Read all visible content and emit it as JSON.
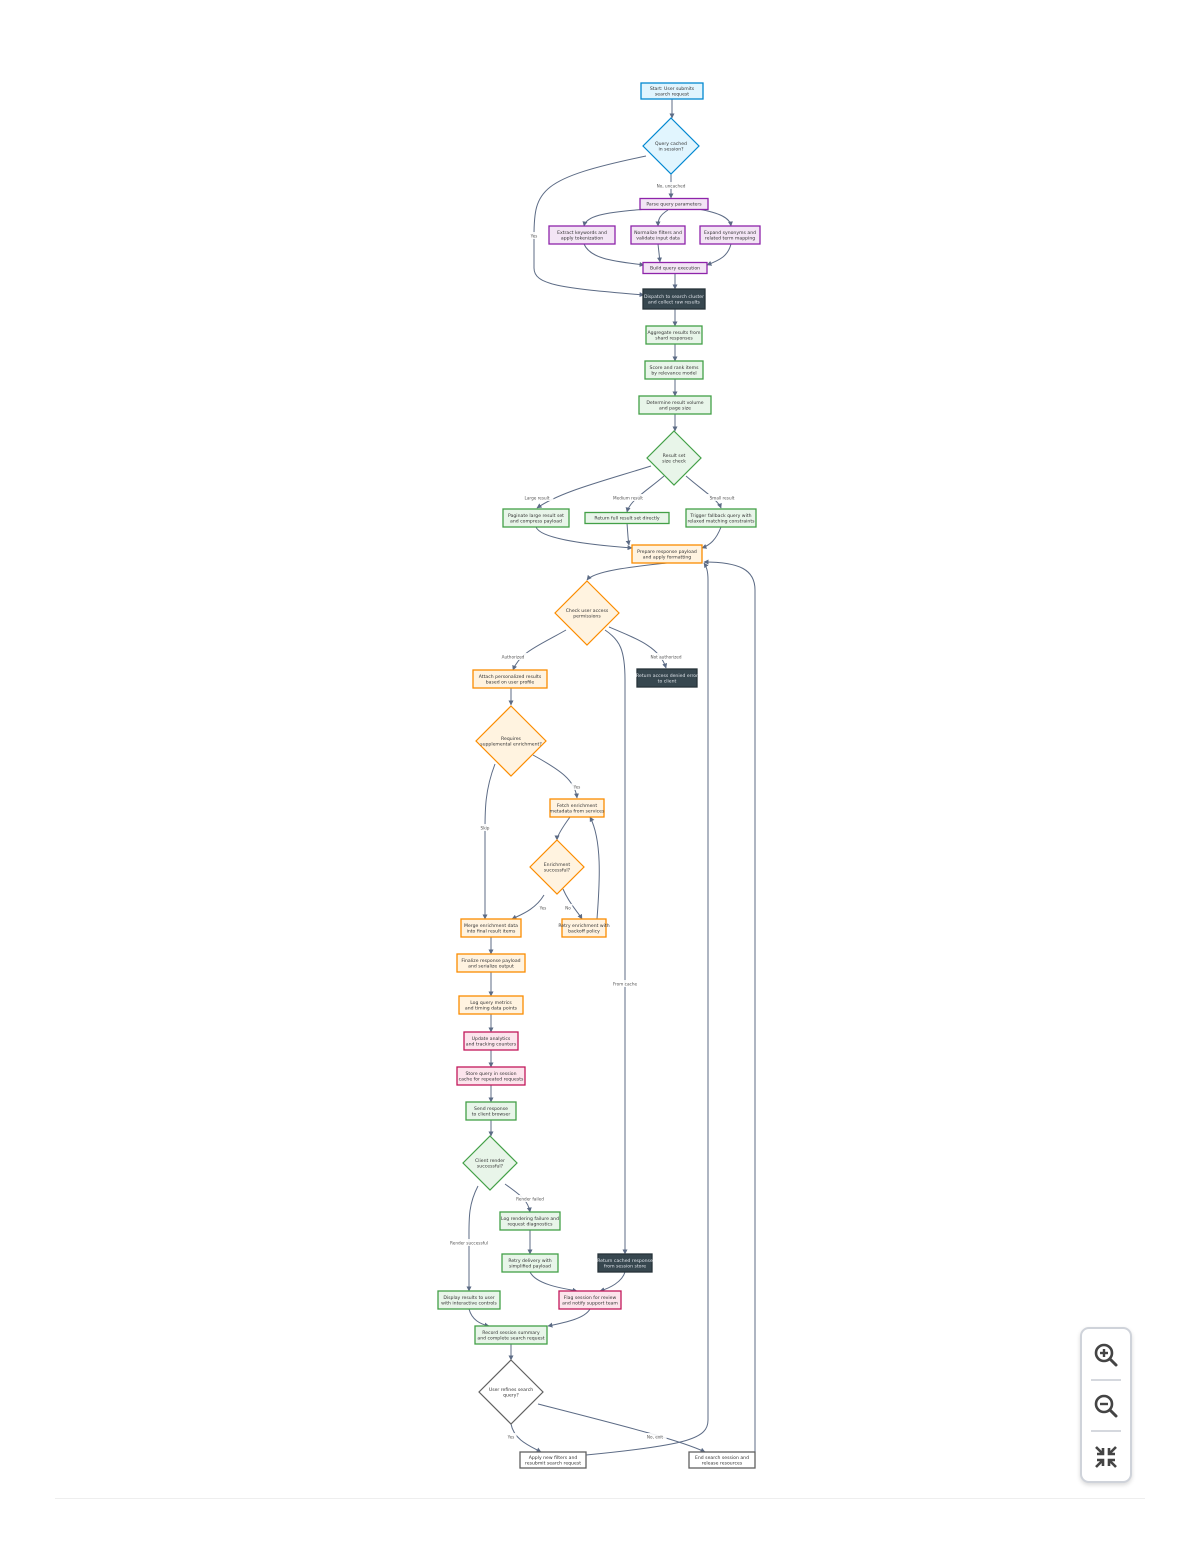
{
  "diagram": {
    "nodes": [
      {
        "id": "n1",
        "shape": "rect",
        "style": "blue",
        "lines": [
          "Start: User submits",
          "search request"
        ]
      },
      {
        "id": "n2",
        "shape": "diamond",
        "style": "blue",
        "lines": [
          "Query cached",
          "in session?"
        ]
      },
      {
        "id": "n3",
        "shape": "rect",
        "style": "purple",
        "lines": [
          "Parse query parameters"
        ]
      },
      {
        "id": "n4",
        "shape": "rect",
        "style": "purple",
        "lines": [
          "Extract keywords and",
          "apply tokenization"
        ]
      },
      {
        "id": "n5",
        "shape": "rect",
        "style": "purple",
        "lines": [
          "Normalize filters and",
          "validate input data"
        ]
      },
      {
        "id": "n6",
        "shape": "rect",
        "style": "purple",
        "lines": [
          "Expand synonyms and",
          "related term mapping"
        ]
      },
      {
        "id": "n7",
        "shape": "rect",
        "style": "purple",
        "lines": [
          "Build query execution"
        ]
      },
      {
        "id": "n8",
        "shape": "rect",
        "style": "dark",
        "lines": [
          "Dispatch to search cluster",
          "and collect raw results"
        ]
      },
      {
        "id": "n9",
        "shape": "rect",
        "style": "green",
        "lines": [
          "Aggregate results from",
          "shard responses"
        ]
      },
      {
        "id": "n10",
        "shape": "rect",
        "style": "green",
        "lines": [
          "Score and rank items",
          "by relevance model"
        ]
      },
      {
        "id": "n11",
        "shape": "rect",
        "style": "green",
        "lines": [
          "Determine result volume",
          "and page size"
        ]
      },
      {
        "id": "n12",
        "shape": "diamond",
        "style": "green",
        "lines": [
          "Result set",
          "size check"
        ]
      },
      {
        "id": "n13",
        "shape": "rect",
        "style": "green",
        "lines": [
          "Paginate large result set",
          "and compress payload"
        ]
      },
      {
        "id": "n14",
        "shape": "rect",
        "style": "green",
        "lines": [
          "Return full result set directly"
        ]
      },
      {
        "id": "n15",
        "shape": "rect",
        "style": "green",
        "lines": [
          "Trigger fallback query with",
          "relaxed matching constraints"
        ]
      },
      {
        "id": "n16",
        "shape": "rect",
        "style": "orange",
        "lines": [
          "Prepare response payload",
          "and apply formatting"
        ]
      },
      {
        "id": "n17",
        "shape": "diamond",
        "style": "orange",
        "lines": [
          "Check user access",
          "permissions"
        ]
      },
      {
        "id": "n18",
        "shape": "rect",
        "style": "orange",
        "lines": [
          "Attach personalized results",
          "based on user profile"
        ]
      },
      {
        "id": "n19",
        "shape": "rect",
        "style": "dark",
        "lines": [
          "Return access denied error",
          "to client"
        ]
      },
      {
        "id": "n20",
        "shape": "diamond",
        "style": "orange",
        "lines": [
          "Requires",
          "supplemental enrichment?"
        ]
      },
      {
        "id": "n21",
        "shape": "rect",
        "style": "orange",
        "lines": [
          "Fetch enrichment",
          "metadata from services"
        ]
      },
      {
        "id": "n22",
        "shape": "diamond",
        "style": "orange",
        "lines": [
          "Enrichment",
          "successful?"
        ]
      },
      {
        "id": "n23",
        "shape": "rect",
        "style": "orange",
        "lines": [
          "Merge enrichment data",
          "into final result items"
        ]
      },
      {
        "id": "n24",
        "shape": "rect",
        "style": "orange",
        "lines": [
          "Retry enrichment with",
          "backoff policy"
        ]
      },
      {
        "id": "n25",
        "shape": "rect",
        "style": "orange",
        "lines": [
          "Finalize response payload",
          "and serialize output"
        ]
      },
      {
        "id": "n26",
        "shape": "rect",
        "style": "orange",
        "lines": [
          "Log query metrics",
          "and timing data points"
        ]
      },
      {
        "id": "n27",
        "shape": "rect",
        "style": "pink",
        "lines": [
          "Update analytics",
          "and tracking counters"
        ]
      },
      {
        "id": "n28",
        "shape": "rect",
        "style": "pink",
        "lines": [
          "Store query in session",
          "cache for repeated requests"
        ]
      },
      {
        "id": "n29",
        "shape": "rect",
        "style": "green",
        "lines": [
          "Send response",
          "to client browser"
        ]
      },
      {
        "id": "n30",
        "shape": "diamond",
        "style": "green",
        "lines": [
          "Client render",
          "successful?"
        ]
      },
      {
        "id": "n31",
        "shape": "rect",
        "style": "green",
        "lines": [
          "Log rendering failure and",
          "request diagnostics"
        ]
      },
      {
        "id": "n32",
        "shape": "rect",
        "style": "green",
        "lines": [
          "Retry delivery with",
          "simplified payload"
        ]
      },
      {
        "id": "n33",
        "shape": "rect",
        "style": "dark",
        "lines": [
          "Return cached response",
          "from session store"
        ]
      },
      {
        "id": "n34",
        "shape": "rect",
        "style": "green",
        "lines": [
          "Display results to user",
          "with interactive controls"
        ]
      },
      {
        "id": "n35",
        "shape": "rect",
        "style": "pink",
        "lines": [
          "Flag session for review",
          "and notify support team"
        ]
      },
      {
        "id": "n36",
        "shape": "rect",
        "style": "green",
        "lines": [
          "Record session summary",
          "and complete search request"
        ]
      },
      {
        "id": "n37",
        "shape": "diamond",
        "style": "gray",
        "lines": [
          "User refines search",
          "query?"
        ]
      },
      {
        "id": "n38",
        "shape": "rect",
        "style": "gray",
        "lines": [
          "Apply new filters and",
          "resubmit search request"
        ]
      },
      {
        "id": "n39",
        "shape": "rect",
        "style": "gray",
        "lines": [
          "End search session and",
          "release resources"
        ]
      }
    ],
    "edge_labels": {
      "e_cache_no": "No, uncached",
      "e_cache_yes": "Yes",
      "e_large": "Large result",
      "e_medium": "Medium result",
      "e_small": "Small result",
      "e_auth": "Authorized",
      "e_denied": "Not authorized",
      "e_needs": "Yes",
      "e_skip": "Skip",
      "e_enrich_yes": "Yes",
      "e_enrich_no": "No",
      "e_cached_path": "From cache",
      "e_render_fail": "Render failed",
      "e_render_ok": "Render successful",
      "e_refine_yes": "Yes",
      "e_refine_no": "No, exit"
    },
    "colors": {
      "blue": {
        "fill": "#e1f5fe",
        "stroke": "#0288d1"
      },
      "purple": {
        "fill": "#f3e5f5",
        "stroke": "#8e24aa"
      },
      "green": {
        "fill": "#e8f5e9",
        "stroke": "#43a047"
      },
      "orange": {
        "fill": "#fff3e0",
        "stroke": "#fb8c00"
      },
      "pink": {
        "fill": "#fce4ec",
        "stroke": "#c2185b"
      },
      "dark": {
        "fill": "#37474f",
        "stroke": "#263238"
      },
      "gray": {
        "fill": "#ffffff",
        "stroke": "#616161"
      },
      "edge": "#5c6b85"
    }
  },
  "zoom_controls": {
    "zoom_in_icon": "zoom-in-icon",
    "zoom_out_icon": "zoom-out-icon",
    "fit_icon": "collapse-fit-icon"
  }
}
